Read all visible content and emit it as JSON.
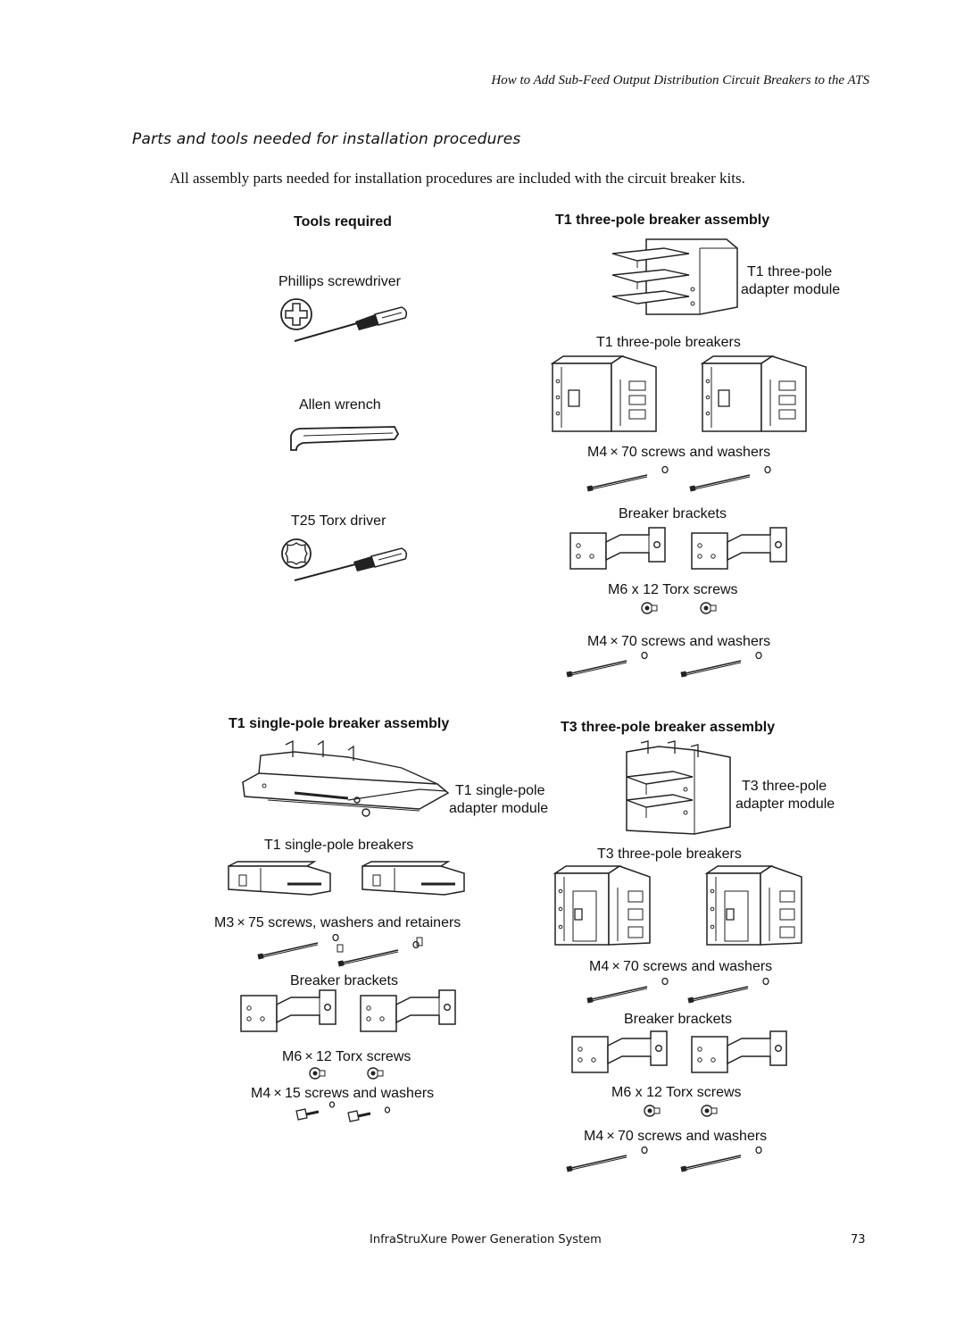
{
  "header": {
    "running_title": "How to Add Sub-Feed Output Distribution Circuit Breakers to the ATS"
  },
  "section": {
    "title": "Parts and tools needed for installation procedures",
    "intro": "All assembly parts needed for installation procedures are included with the circuit breaker kits."
  },
  "tools": {
    "heading": "Tools required",
    "items": [
      "Phillips screwdriver",
      "Allen wrench",
      "T25 Torx driver"
    ]
  },
  "t1_three_pole": {
    "heading": "T1 three-pole breaker assembly",
    "adapter_label_1": "T1 three-pole",
    "adapter_label_2": "adapter module",
    "breakers": "T1 three-pole breakers",
    "screws_1": "M4 × 70 screws and washers",
    "brackets": "Breaker brackets",
    "torx": "M6 x 12 Torx screws",
    "screws_2": "M4 × 70 screws and washers"
  },
  "t1_single_pole": {
    "heading": "T1 single-pole breaker assembly",
    "adapter_label_1": "T1 single-pole",
    "adapter_label_2": "adapter module",
    "breakers": "T1 single-pole breakers",
    "screws_1": "M3 × 75 screws, washers and retainers",
    "brackets": "Breaker brackets",
    "torx": "M6 × 12 Torx screws",
    "screws_2": "M4 × 15 screws and washers"
  },
  "t3_three_pole": {
    "heading": "T3 three-pole breaker assembly",
    "adapter_label_1": "T3 three-pole",
    "adapter_label_2": "adapter module",
    "breakers": "T3 three-pole breakers",
    "screws_1": "M4 × 70 screws and washers",
    "brackets": "Breaker brackets",
    "torx": "M6 x 12 Torx screws",
    "screws_2": "M4 × 70 screws and washers"
  },
  "footer": {
    "product": "InfraStruXure Power Generation System",
    "page_number": "73"
  }
}
